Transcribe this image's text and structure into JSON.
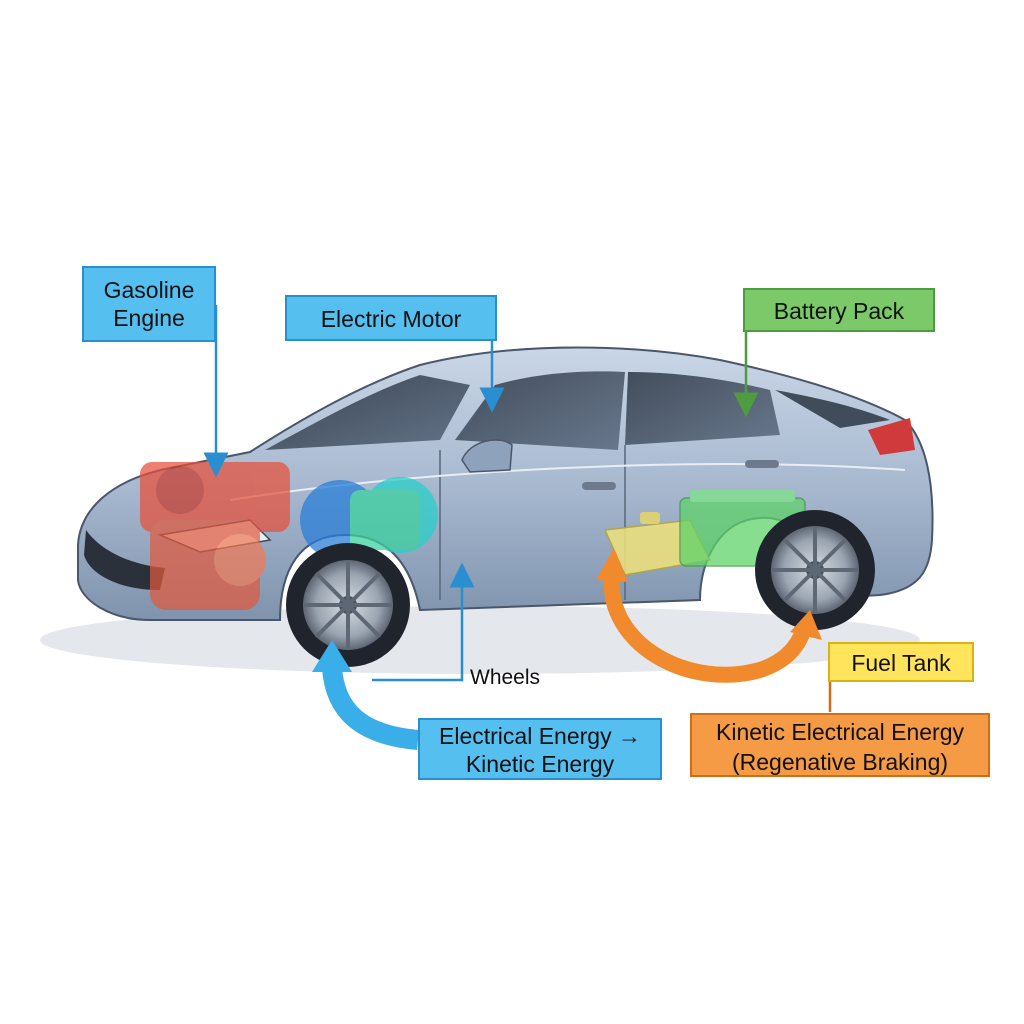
{
  "labels": {
    "gasoline_engine": [
      "Gasoline",
      "Engine"
    ],
    "electric_motor": "Electric Motor",
    "battery_pack": "Battery Pack",
    "fuel_tank": "Fuel Tank",
    "wheels": "Wheels",
    "electrical_to_kinetic": [
      "Electrical Energy →",
      "Kinetic Energy"
    ],
    "kinetic_to_electrical": [
      "Kinetic Electrical Energy",
      "(Regenative Braking)"
    ]
  },
  "colors": {
    "body": "#9fb3cc",
    "engine": "#e8503a",
    "motor": "#2aa8e0",
    "battery": "#5fd36a",
    "fuel_tank": "#f0e27a",
    "blue_arrow": "#3aaee8",
    "orange_arrow": "#f08a2c",
    "green_arrow": "#57b84a"
  }
}
